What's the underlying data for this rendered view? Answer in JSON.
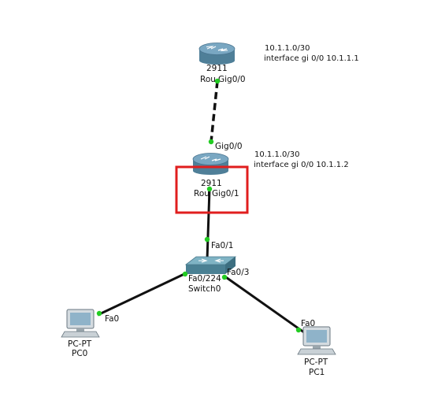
{
  "colors": {
    "link": "#111111",
    "port_up": "#22cc22",
    "highlight": "#e01e1e",
    "router_body": "#5e8fab",
    "switch_body": "#5b93a6",
    "pc_screen": "#8fb3c9"
  },
  "devices": {
    "router_top": {
      "icon": "router-icon",
      "model": "2911",
      "name": "Rou"
    },
    "router_mid": {
      "icon": "router-icon",
      "model": "2911",
      "name": "Rou"
    },
    "switch0": {
      "icon": "switch-icon",
      "name": "Switch0"
    },
    "pc0": {
      "icon": "pc-icon",
      "model": "PC-PT",
      "name": "PC0"
    },
    "pc1": {
      "icon": "pc-icon",
      "model": "PC-PT",
      "name": "PC1"
    }
  },
  "ports": {
    "router_top_gig00": "Gig0/0",
    "router_mid_gig00": "Gig0/0",
    "router_mid_gig01": "Gig0/1",
    "switch_fa01": "Fa0/1",
    "switch_fa0224": "Fa0/224",
    "switch_fa03": "Fa0/3",
    "pc0_fa0": "Fa0",
    "pc1_fa0": "Fa0"
  },
  "notes": {
    "top": {
      "network": "10.1.1.0/30",
      "command": "interface gi 0/0 10.1.1.1"
    },
    "mid": {
      "network": "10.1.1.0/30",
      "command": "interface gi 0/0 10.1.1.2"
    }
  },
  "links": [
    {
      "from": "router_top",
      "to": "router_mid",
      "style": "dashed"
    },
    {
      "from": "router_mid",
      "to": "switch0",
      "style": "solid"
    },
    {
      "from": "switch0",
      "to": "pc0",
      "style": "solid"
    },
    {
      "from": "switch0",
      "to": "pc1",
      "style": "solid"
    }
  ]
}
